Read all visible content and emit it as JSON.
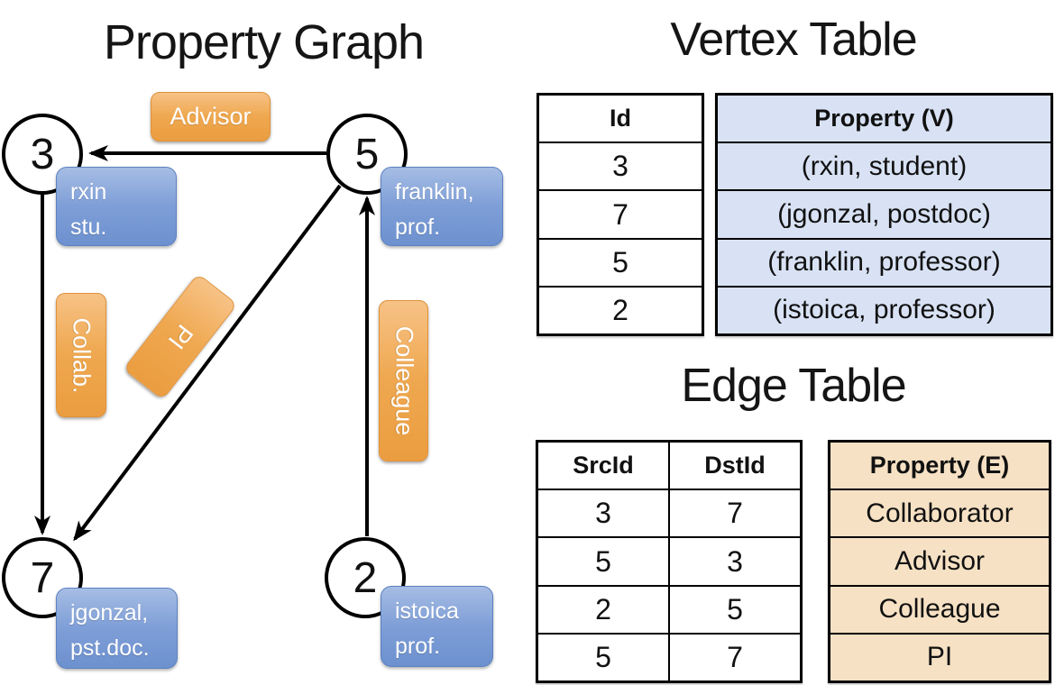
{
  "graph": {
    "title": "Property Graph",
    "nodes": [
      {
        "id": "3",
        "label_lines": [
          "rxin",
          "stu."
        ]
      },
      {
        "id": "5",
        "label_lines": [
          "franklin,",
          "prof."
        ]
      },
      {
        "id": "7",
        "label_lines": [
          "jgonzal,",
          "pst.doc."
        ]
      },
      {
        "id": "2",
        "label_lines": [
          "istoica",
          "prof."
        ]
      }
    ],
    "edges": [
      {
        "label": "Advisor",
        "from": "5",
        "to": "3"
      },
      {
        "label": "Collab.",
        "from": "3",
        "to": "7"
      },
      {
        "label": "PI",
        "from": "5",
        "to": "7"
      },
      {
        "label": "Colleague",
        "from": "2",
        "to": "5"
      }
    ]
  },
  "vertex_table": {
    "title": "Vertex Table",
    "columns": {
      "id": "Id",
      "property": "Property (V)"
    },
    "rows": [
      {
        "id": "3",
        "property": "(rxin, student)"
      },
      {
        "id": "7",
        "property": "(jgonzal, postdoc)"
      },
      {
        "id": "5",
        "property": "(franklin, professor)"
      },
      {
        "id": "2",
        "property": "(istoica, professor)"
      }
    ]
  },
  "edge_table": {
    "title": "Edge Table",
    "columns": {
      "src": "SrcId",
      "dst": "DstId",
      "property": "Property (E)"
    },
    "rows": [
      {
        "src": "3",
        "dst": "7",
        "property": "Collaborator"
      },
      {
        "src": "5",
        "dst": "3",
        "property": "Advisor"
      },
      {
        "src": "2",
        "dst": "5",
        "property": "Colleague"
      },
      {
        "src": "5",
        "dst": "7",
        "property": "PI"
      }
    ]
  },
  "colors": {
    "edge_label_orange": "#efa850",
    "vertex_label_blue": "#7e9ed7",
    "vertex_table_property_fill": "#d8e2f4",
    "edge_table_property_fill": "#f6e1c4",
    "line_black": "#000000"
  }
}
